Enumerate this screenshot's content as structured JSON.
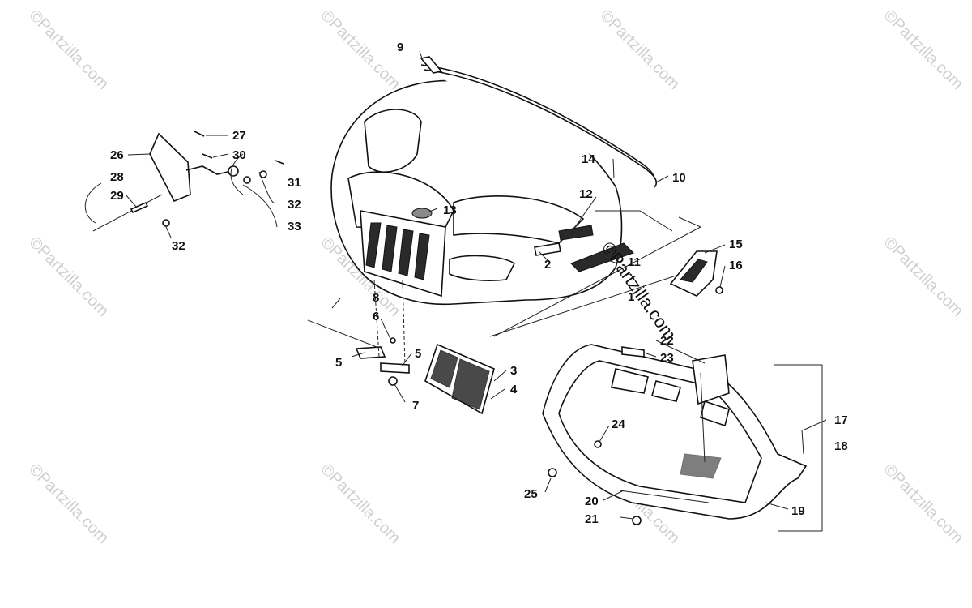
{
  "watermark": "©Partzilla.com",
  "watermark_center": "©Partzilla.com",
  "callouts": [
    {
      "id": "c1",
      "text": "1"
    },
    {
      "id": "c2",
      "text": "2"
    },
    {
      "id": "c3",
      "text": "3"
    },
    {
      "id": "c4",
      "text": "4"
    },
    {
      "id": "c5a",
      "text": "5"
    },
    {
      "id": "c5b",
      "text": "5"
    },
    {
      "id": "c6",
      "text": "6"
    },
    {
      "id": "c7",
      "text": "7"
    },
    {
      "id": "c8",
      "text": "8"
    },
    {
      "id": "c9",
      "text": "9"
    },
    {
      "id": "c10",
      "text": "10"
    },
    {
      "id": "c11",
      "text": "11"
    },
    {
      "id": "c12",
      "text": "12"
    },
    {
      "id": "c13",
      "text": "13"
    },
    {
      "id": "c14",
      "text": "14"
    },
    {
      "id": "c15",
      "text": "15"
    },
    {
      "id": "c16",
      "text": "16"
    },
    {
      "id": "c17",
      "text": "17"
    },
    {
      "id": "c18",
      "text": "18"
    },
    {
      "id": "c19",
      "text": "19"
    },
    {
      "id": "c20",
      "text": "20"
    },
    {
      "id": "c21",
      "text": "21"
    },
    {
      "id": "c22",
      "text": "22"
    },
    {
      "id": "c23",
      "text": "23"
    },
    {
      "id": "c24",
      "text": "24"
    },
    {
      "id": "c25",
      "text": "25"
    },
    {
      "id": "c26",
      "text": "26"
    },
    {
      "id": "c27",
      "text": "27"
    },
    {
      "id": "c28",
      "text": "28"
    },
    {
      "id": "c29",
      "text": "29"
    },
    {
      "id": "c30",
      "text": "30"
    },
    {
      "id": "c31",
      "text": "31"
    },
    {
      "id": "c32a",
      "text": "32"
    },
    {
      "id": "c32b",
      "text": "32"
    },
    {
      "id": "c33",
      "text": "33"
    }
  ]
}
